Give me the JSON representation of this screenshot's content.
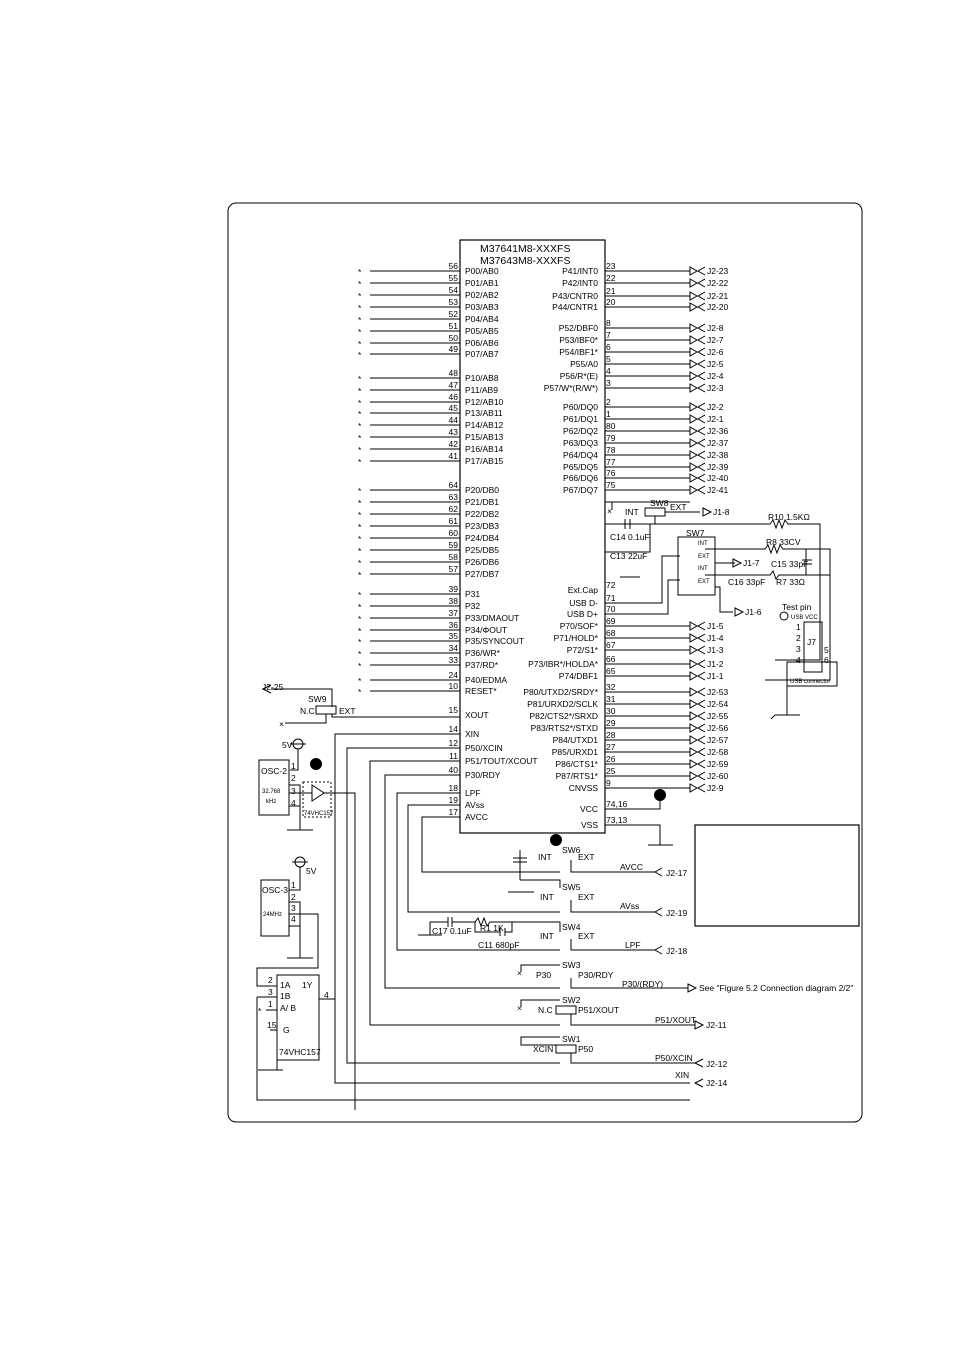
{
  "chip": {
    "title_line1": "M37641M8-XXXFS",
    "title_line2": "M37643M8-XXXFS",
    "left_pins": [
      {
        "num": "56",
        "name": "P00/AB0",
        "star": "*"
      },
      {
        "num": "55",
        "name": "P01/AB1",
        "star": "*"
      },
      {
        "num": "54",
        "name": "P02/AB2",
        "star": "*"
      },
      {
        "num": "53",
        "name": "P03/AB3",
        "star": "*"
      },
      {
        "num": "52",
        "name": "P04/AB4",
        "star": "*"
      },
      {
        "num": "51",
        "name": "P05/AB5",
        "star": "*"
      },
      {
        "num": "50",
        "name": "P06/AB6",
        "star": "*"
      },
      {
        "num": "49",
        "name": "P07/AB7",
        "star": "*"
      },
      {
        "num": "48",
        "name": "P10/AB8",
        "star": "*"
      },
      {
        "num": "47",
        "name": "P11/AB9",
        "star": "*"
      },
      {
        "num": "46",
        "name": "P12/AB10",
        "star": "*"
      },
      {
        "num": "45",
        "name": "P13/AB11",
        "star": "*"
      },
      {
        "num": "44",
        "name": "P14/AB12",
        "star": "*"
      },
      {
        "num": "43",
        "name": "P15/AB13",
        "star": "*"
      },
      {
        "num": "42",
        "name": "P16/AB14",
        "star": "*"
      },
      {
        "num": "41",
        "name": "P17/AB15",
        "star": "*"
      },
      {
        "num": "64",
        "name": "P20/DB0",
        "star": "*"
      },
      {
        "num": "63",
        "name": "P21/DB1",
        "star": "*"
      },
      {
        "num": "62",
        "name": "P22/DB2",
        "star": "*"
      },
      {
        "num": "61",
        "name": "P23/DB3",
        "star": "*"
      },
      {
        "num": "60",
        "name": "P24/DB4",
        "star": "*"
      },
      {
        "num": "59",
        "name": "P25/DB5",
        "star": "*"
      },
      {
        "num": "58",
        "name": "P26/DB6",
        "star": "*"
      },
      {
        "num": "57",
        "name": "P27/DB7",
        "star": "*"
      },
      {
        "num": "39",
        "name": "P31",
        "star": "*"
      },
      {
        "num": "38",
        "name": "P32",
        "star": "*"
      },
      {
        "num": "37",
        "name": "P33/DMAOUT",
        "star": "*"
      },
      {
        "num": "36",
        "name": "P34/ΦOUT",
        "star": "*"
      },
      {
        "num": "35",
        "name": "P35/SYNCOUT",
        "star": "*"
      },
      {
        "num": "34",
        "name": "P36/WR*",
        "star": "*"
      },
      {
        "num": "33",
        "name": "P37/RD*",
        "star": "*"
      },
      {
        "num": "24",
        "name": "P40/EDMA",
        "star": "*"
      },
      {
        "num": "10",
        "name": "RESET*",
        "star": "*"
      },
      {
        "num": "15",
        "name": "XOUT",
        "star": ""
      },
      {
        "num": "14",
        "name": "XIN",
        "star": ""
      },
      {
        "num": "12",
        "name": "P50/XCIN",
        "star": ""
      },
      {
        "num": "11",
        "name": "P51/TOUT/XCOUT",
        "star": ""
      },
      {
        "num": "40",
        "name": "P30/RDY",
        "star": ""
      },
      {
        "num": "18",
        "name": "LPF",
        "star": ""
      },
      {
        "num": "19",
        "name": "AVss",
        "star": ""
      },
      {
        "num": "17",
        "name": "AVCC",
        "star": ""
      }
    ],
    "right_pins": [
      {
        "num": "23",
        "name": "P41/INT0",
        "conn": "J2-23"
      },
      {
        "num": "22",
        "name": "P42/INT0",
        "conn": "J2-22"
      },
      {
        "num": "21",
        "name": "P43/CNTR0",
        "conn": "J2-21"
      },
      {
        "num": "20",
        "name": "P44/CNTR1",
        "conn": "J2-20"
      },
      {
        "num": "8",
        "name": "P52/DBF0",
        "conn": "J2-8"
      },
      {
        "num": "7",
        "name": "P53/IBF0*",
        "conn": "J2-7"
      },
      {
        "num": "6",
        "name": "P54/IBF1*",
        "conn": "J2-6"
      },
      {
        "num": "5",
        "name": "P55/A0",
        "conn": "J2-5"
      },
      {
        "num": "4",
        "name": "P56/R*(E)",
        "conn": "J2-4"
      },
      {
        "num": "3",
        "name": "P57/W*(R/W*)",
        "conn": "J2-3"
      },
      {
        "num": "2",
        "name": "P60/DQ0",
        "conn": "J2-2"
      },
      {
        "num": "1",
        "name": "P61/DQ1",
        "conn": "J2-1"
      },
      {
        "num": "80",
        "name": "P62/DQ2",
        "conn": "J2-36"
      },
      {
        "num": "79",
        "name": "P63/DQ3",
        "conn": "J2-37"
      },
      {
        "num": "78",
        "name": "P64/DQ4",
        "conn": "J2-38"
      },
      {
        "num": "77",
        "name": "P65/DQ5",
        "conn": "J2-39"
      },
      {
        "num": "76",
        "name": "P66/DQ6",
        "conn": "J2-40"
      },
      {
        "num": "75",
        "name": "P67/DQ7",
        "conn": "J2-41"
      },
      {
        "num": "72",
        "name": "Ext.Cap",
        "conn": ""
      },
      {
        "num": "71",
        "name": "USB D-",
        "conn": ""
      },
      {
        "num": "70",
        "name": "USB D+",
        "conn": ""
      },
      {
        "num": "69",
        "name": "P70/SOF*",
        "conn": "J1-5"
      },
      {
        "num": "68",
        "name": "P71/HOLD*",
        "conn": "J1-4"
      },
      {
        "num": "67",
        "name": "P72/S1*",
        "conn": "J1-3"
      },
      {
        "num": "66",
        "name": "P73/IBR*/HOLDA*",
        "conn": "J1-2"
      },
      {
        "num": "65",
        "name": "P74/DBF1",
        "conn": "J1-1"
      },
      {
        "num": "32",
        "name": "P80/UTXD2/SRDY*",
        "conn": "J2-53"
      },
      {
        "num": "31",
        "name": "P81/URXD2/SCLK",
        "conn": "J2-54"
      },
      {
        "num": "30",
        "name": "P82/CTS2*/SRXD",
        "conn": "J2-55"
      },
      {
        "num": "29",
        "name": "P83/RTS2*/STXD",
        "conn": "J2-56"
      },
      {
        "num": "28",
        "name": "P84/UTXD1",
        "conn": "J2-57"
      },
      {
        "num": "27",
        "name": "P85/URXD1",
        "conn": "J2-58"
      },
      {
        "num": "26",
        "name": "P86/CTS1*",
        "conn": "J2-59"
      },
      {
        "num": "25",
        "name": "P87/RTS1*",
        "conn": "J2-60"
      },
      {
        "num": "9",
        "name": "CNVSS",
        "conn": "J2-9"
      },
      {
        "num": "74,16",
        "name": "VCC",
        "conn": ""
      },
      {
        "num": "73,13",
        "name": "VSS",
        "conn": ""
      }
    ]
  },
  "labels": {
    "sw8": "SW8",
    "int": "INT",
    "ext": "EXT",
    "j1_8": "J1-8",
    "r10": "R10 1.5KΩ",
    "c14": "C14 0.1uF",
    "c13": "C13 22uF",
    "sw7": "SW7",
    "r8": "R8 33CV",
    "c15": "C15 33pF",
    "r7": "R7 33Ω",
    "c16": "C16 33pF",
    "j1_7": "J1-7",
    "j1_6": "J1-6",
    "test_pin": "Test pin",
    "usb_vcc": "USB VCC",
    "j7": "J7",
    "usb_connector": "USB connector",
    "j7_p1": "1",
    "j7_p2": "2",
    "j7_p3": "3",
    "j7_p4": "4",
    "j7_p5": "5",
    "j7_p6": "6",
    "j2_25": "J2-25",
    "sw9": "SW9",
    "nc": "N.C",
    "v5": "5V",
    "osc2": "OSC-2",
    "osc2_freq1": "32.768",
    "osc2_freq2": "kHz",
    "buf": "74VHC157",
    "osc3": "OSC-3",
    "osc3_freq": "24MHz",
    "p1": "1",
    "p2": "2",
    "p3": "3",
    "p4": "4",
    "mux_1a": "1A",
    "mux_1b": "1B",
    "mux_ab": "A/ B",
    "mux_g": "G",
    "mux_1y": "1Y",
    "mux_name": "74VHC157",
    "mux_p15": "15",
    "star": "*",
    "sw6": "SW6",
    "sw5": "SW5",
    "sw4": "SW4",
    "sw3": "SW3",
    "sw2": "SW2",
    "sw1": "SW1",
    "avcc": "AVCC",
    "j2_17": "J2-17",
    "avss": "AVss",
    "j2_19": "J2-19",
    "lpf": "LPF",
    "j2_18": "J2-18",
    "c17": "C17 0.1uF",
    "r1": "R1 1K",
    "c11": "C11 680pF",
    "p30": "P30",
    "p30rdy": "P30/RDY",
    "p30rdy_out": "P30/(RDY)",
    "see_fig": "See \"Figure 5.2 Connection diagram 2/2\"",
    "p51xout": "P51/XOUT",
    "j2_11": "J2-11",
    "xcin": "XCIN",
    "p50": "P50",
    "p50xcin": "P50/XCIN",
    "j2_12": "J2-12",
    "xin": "XIN",
    "j2_14": "J2-14"
  }
}
